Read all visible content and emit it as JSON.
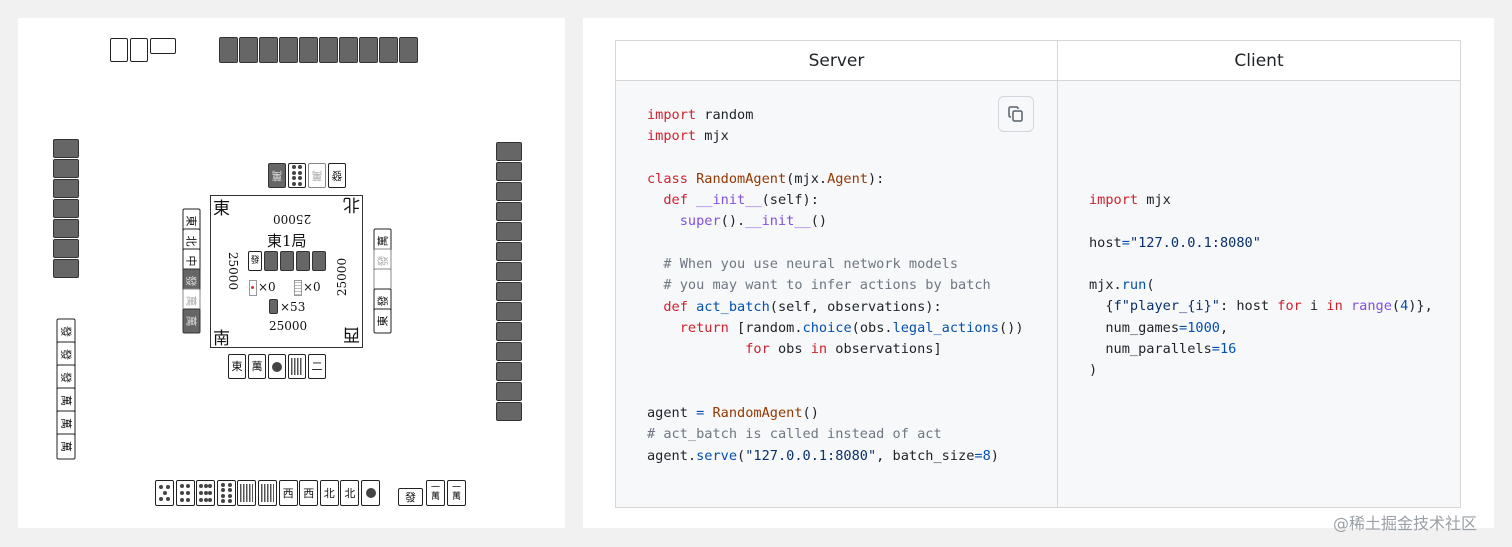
{
  "board": {
    "round": "東1局",
    "winds": {
      "top_left": "東",
      "top_right": "北",
      "bottom_left": "南",
      "bottom_right": "西"
    },
    "scores": {
      "top": "25000",
      "left": "25000",
      "right": "25000",
      "bottom": "25000"
    },
    "riichi_sticks": "×0",
    "honba": "×0",
    "wall_remaining": "×53",
    "hands": {
      "bottom": [
        "5p",
        "6p",
        "9p",
        "8p",
        "8s",
        "8s",
        "西",
        "西",
        "北",
        "北",
        "1p"
      ],
      "bottom_melds": [
        "發",
        "1m",
        "1m"
      ],
      "left_concealed": 7,
      "top_concealed": 10,
      "right_concealed": 14
    },
    "discards": {
      "top": [
        "萬",
        "8p",
        "萬",
        "發"
      ],
      "left": [
        "東",
        "北",
        "中",
        "發",
        "萬",
        "萬"
      ],
      "right": [
        "萬",
        "發",
        "白",
        "發",
        "東"
      ],
      "bottom": [
        "東",
        "萬",
        "1p",
        "8s",
        "二"
      ],
      "left_side_column": [
        "發",
        "發",
        "發",
        "萬",
        "萬",
        "萬"
      ]
    }
  },
  "code_panel": {
    "headers": {
      "server": "Server",
      "client": "Client"
    },
    "copy_button_icon": "copy-icon",
    "server_code": [
      "import random",
      "import mjx",
      "",
      "class RandomAgent(mjx.Agent):",
      "  def __init__(self):",
      "    super().__init__()",
      "",
      "  # When you use neural network models",
      "  # you may want to infer actions by batch",
      "  def act_batch(self, observations):",
      "    return [random.choice(obs.legal_actions())",
      "            for obs in observations]",
      "",
      "",
      "agent = RandomAgent()",
      "# act_batch is called instead of act",
      "agent.serve(\"127.0.0.1:8080\", batch_size=8)"
    ],
    "client_code": [
      "import mjx",
      "",
      "host=\"127.0.0.1:8080\"",
      "",
      "mjx.run(",
      "  {f\"player_{i}\": host for i in range(4)},",
      "  num_games=1000,",
      "  num_parallels=16",
      ")"
    ]
  },
  "watermark": "@稀土掘金技术社区"
}
